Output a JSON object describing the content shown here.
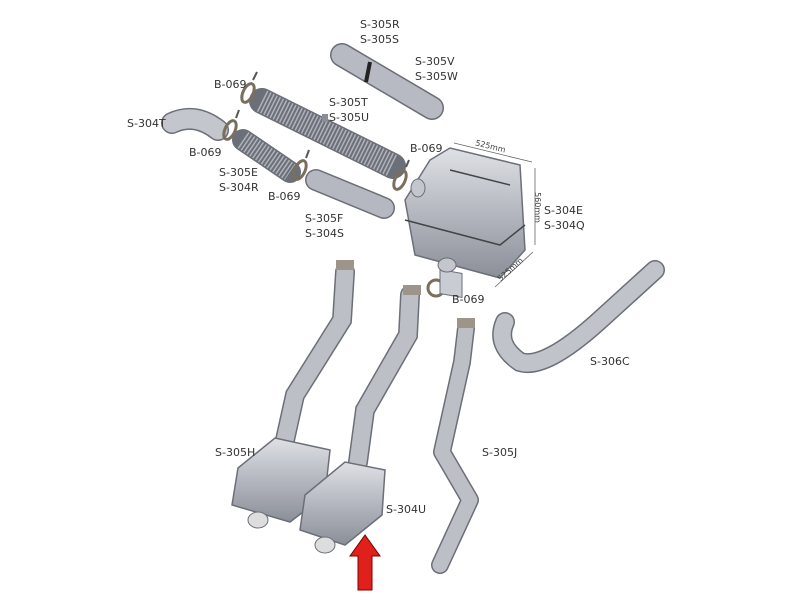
{
  "labels": {
    "s305r": "S-305R",
    "s305s": "S-305S",
    "s305v": "S-305V",
    "s305w": "S-305W",
    "b069_1": "B-069",
    "s304t": "S-304T",
    "s305t": "S-305T",
    "s305u": "S-305U",
    "b069_2": "B-069",
    "s305e": "S-305E",
    "s304r": "S-304R",
    "b069_3": "B-069",
    "s305f": "S-305F",
    "s304s": "S-304S",
    "b069_4": "B-069",
    "s304e": "S-304E",
    "s304q": "S-304Q",
    "b069_5": "B-069",
    "s306c": "S-306C",
    "s305h": "S-305H",
    "s305j": "S-305J",
    "s304u": "S-304U"
  },
  "dimensions": {
    "top_width": "525mm",
    "height": "560mm",
    "depth": "525mm"
  },
  "colors": {
    "part": "#b9bcc4",
    "part_dark": "#8a8e98",
    "outline": "#6b6f78",
    "arrow": "#e0201a"
  }
}
